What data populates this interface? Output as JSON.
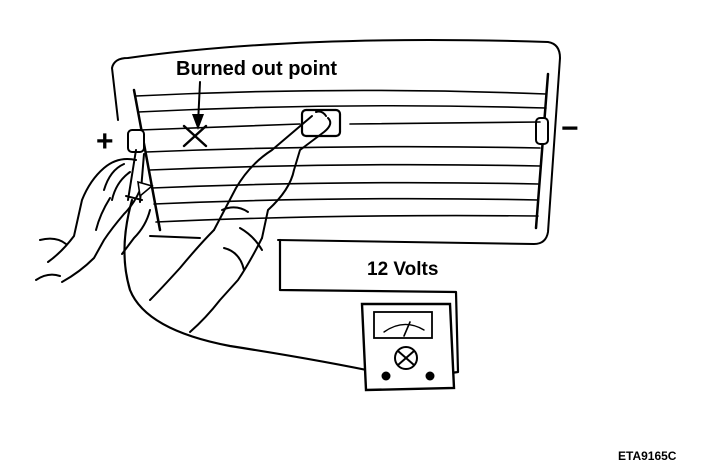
{
  "labels": {
    "burned_out_point": "Burned out point",
    "plus_sign": "+",
    "minus_sign": "−",
    "voltage": "12 Volts",
    "figure_code": "ETA9165C"
  },
  "icons": {
    "meter": "voltmeter-icon",
    "hand": "hand-icon",
    "fault": "x-mark-icon"
  },
  "colors": {
    "ink": "#000000",
    "background": "#ffffff"
  }
}
